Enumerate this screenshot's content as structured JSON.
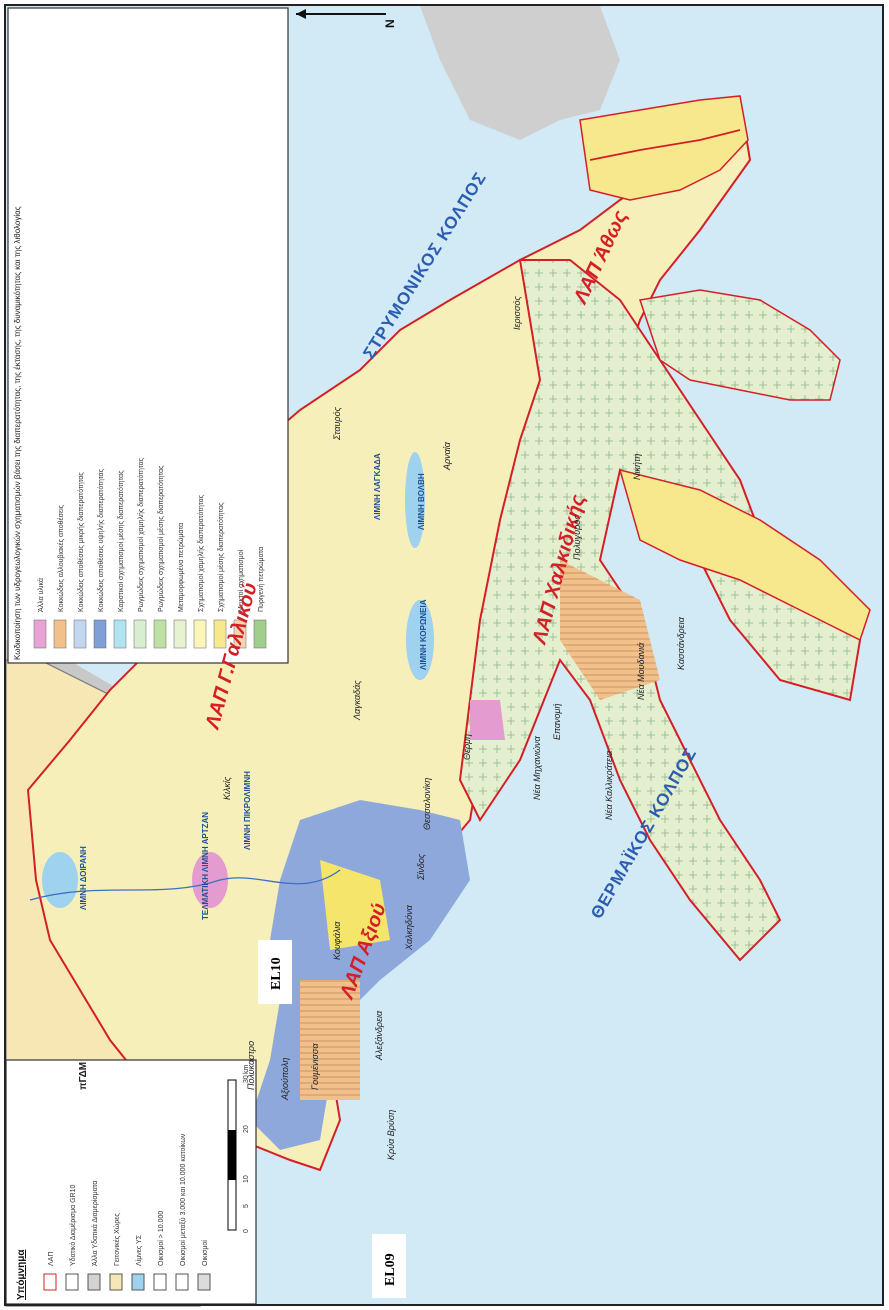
{
  "labels": {
    "strymonikos": "ΣΤΡΥΜΟΝΙΚΟΣ ΚΟΛΠΟΣ",
    "thermaikos": "ΘΕΡΜΑΪΚΟΣ ΚΟΛΠΟΣ",
    "lap_athos": "ΛΑΠ Άθως",
    "lap_chalkidikis": "ΛΑΠ Χαλκιδικής",
    "lap_gallikou": "ΛΑΠ Γ.Γαλλικού",
    "lap_axiou": "ΛΑΠ Αξιού",
    "el10": "EL10",
    "el09": "EL09",
    "pgdm": "πΓΔΜ",
    "north": "N",
    "lakes": {
      "doirani": "ΛΙΜΝΗ ΔΟΙΡΑΝΗ",
      "artzan": "ΤΕΛΜΑΤΙΚΗ ΛΙΜΝΗ ΑΡΤΖΑΝ",
      "pikrolimni": "ΛΙΜΝΗ ΠΙΚΡΟΛΙΜΝΗ",
      "koroneia": "ΛΙΜΝΗ ΚΟΡΩΝΕΙΑ",
      "volvi": "ΛΙΜΝΗ ΒΟΛΒΗ",
      "lagkada": "ΛΙΜΝΗ ΛΑΓΚΑΔΑ"
    },
    "places": {
      "goumenissa": "Γουμένισσα",
      "polykastro": "Πολύκαστρο",
      "axioupoli": "Αξιούπολη",
      "kilkis": "Κιλκίς",
      "kryavrysi": "Κρύα Βρύση",
      "alexandreia": "Αλεξάνδρεια",
      "chalkidona": "Χαλκηδόνα",
      "koufalia": "Κουφάλια",
      "thessaloniki": "Θεσσαλονίκη",
      "neamichaniona": "Νέα Μηχανιώνα",
      "epanomi": "Επανομή",
      "lagadas": "Λαγκαδάς",
      "polygyros": "Πολύγυρος",
      "kassandreia": "Κασσάνδρεια",
      "neamoudania": "Νέα Μουδανιά",
      "stavros": "Σταυρός",
      "ierissos": "Ιερισσός",
      "nikiti": "Νικήτη",
      "sindos": "Σίνδος",
      "neaKallikrateia": "Νέα Καλλικράτεια",
      "thermi": "Θέρμη",
      "arnaia": "Αρναία"
    }
  },
  "legend_top": {
    "title": "Κωδικοποίηση των υδρογεωλογικών σχηματισμών βάσει της διαπερατότητας, της έκτασης, της δυναμικότητας και της λιθολογίας",
    "items": [
      {
        "color": "#e8a3d6",
        "label": "Άλλα υλικά"
      },
      {
        "color": "#f2c08a",
        "label": "Κοκκώδεις αλλουβιακές αποθέσεις"
      },
      {
        "color": "#c2d6f0",
        "label": "Κοκκώδεις αποθέσεις μικρής διαπερατότητας"
      },
      {
        "color": "#7f9fd6",
        "label": "Κοκκώδεις αποθέσεις υψηλής διαπερατότητας"
      },
      {
        "color": "#b0e3ef",
        "label": "Καρστικοί σχηματισμοί μέσης διαπερατότητας"
      },
      {
        "color": "#d8eed0",
        "label": "Ρωγμώδεις σχηματισμοί χαμηλής διαπερατότητας"
      },
      {
        "color": "#bfe0a3",
        "label": "Ρωγμώδεις σχηματισμοί μέσης διαπερατότητας"
      },
      {
        "color": "#e6f2d0",
        "label": "Μεταμορφωμένα πετρώματα"
      },
      {
        "color": "#fbf5b8",
        "label": "Σχηματισμοί χαμηλής διαπερατότητας"
      },
      {
        "color": "#f7e88d",
        "label": "Σχηματισμοί μέσης διαπερατότητας"
      },
      {
        "color": "#f5d6b3",
        "label": "Μεικτοί σχηματισμοί"
      },
      {
        "color": "#9fcf8a",
        "label": "Πυριγενή πετρώματα"
      }
    ]
  },
  "legend_bottom": {
    "title": "Υπόμνημα",
    "items": [
      {
        "label": "ΛΑΠ"
      },
      {
        "label": "Υδατικό Διαμέρισμα GR10"
      },
      {
        "label": "Άλλα Υδατικά Διαμερίσματα"
      },
      {
        "label": "Γειτονικές Χώρες"
      },
      {
        "label": "Λίμνες ΥΣ"
      },
      {
        "label": "Οικισμοί > 10.000"
      },
      {
        "label": "Οικισμοί μεταξύ 3.000 και 10.000 κατοίκων"
      },
      {
        "label": "Οικισμοί"
      }
    ],
    "scale_ticks": [
      "0",
      "5",
      "10",
      "20",
      "30"
    ],
    "scale_unit": "km"
  },
  "colors": {
    "sea": "#d2eaf6",
    "outside": "#c8c8c8",
    "pgdm": "#f7e7b5",
    "boundary": "#d41f26",
    "axios_plain": "#8fa8dc"
  }
}
